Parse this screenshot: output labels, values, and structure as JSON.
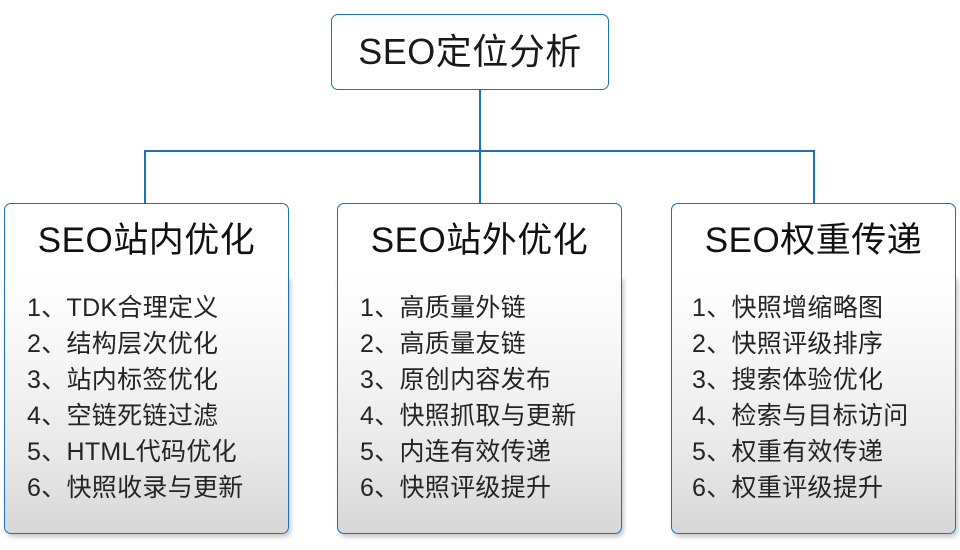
{
  "diagram": {
    "title": "SEO定位分析",
    "accent_color": "#1b72b8",
    "text_color": "#1a1a1a",
    "panel_gradient_top": "#ffffff",
    "panel_gradient_bottom": "#d7d7d7",
    "columns": [
      {
        "header": "SEO站内优化",
        "items": [
          "1、TDK合理定义",
          "2、结构层次优化",
          "3、站内标签优化",
          "4、空链死链过滤",
          "5、HTML代码优化",
          "6、快照收录与更新"
        ]
      },
      {
        "header": "SEO站外优化",
        "items": [
          "1、高质量外链",
          "2、高质量友链",
          "3、原创内容发布",
          "4、快照抓取与更新",
          "5、内连有效传递",
          "6、快照评级提升"
        ]
      },
      {
        "header": "SEO权重传递",
        "items": [
          "1、快照增缩略图",
          "2、快照评级排序",
          "3、搜索体验优化",
          "4、检索与目标访问",
          "5、权重有效传递",
          "6、权重评级提升"
        ]
      }
    ]
  }
}
